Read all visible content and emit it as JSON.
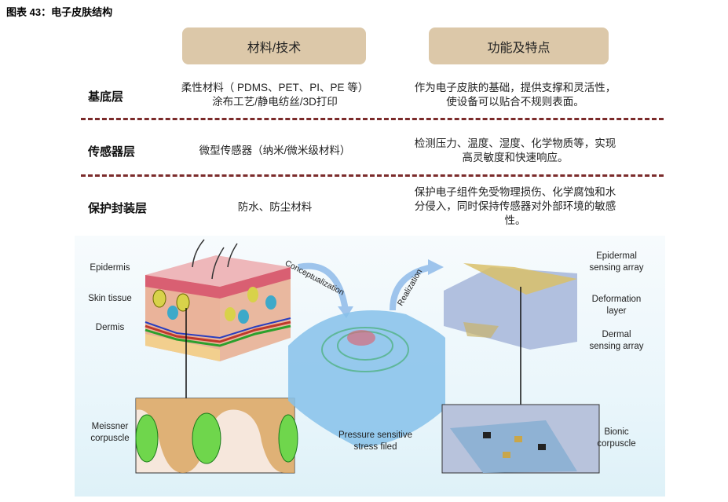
{
  "title": "图表 43：电子皮肤结构",
  "headers": {
    "materials": "材料/技术",
    "features": "功能及特点"
  },
  "rows": [
    {
      "layer": "基底层",
      "materials": [
        "柔性材料（ PDMS、PET、PI、PE 等）",
        "涂布工艺/静电纺丝/3D打印"
      ],
      "features": [
        "作为电子皮肤的基础，提供支撑和灵活性，",
        "使设备可以贴合不规则表面。"
      ]
    },
    {
      "layer": "传感器层",
      "materials": [
        "微型传感器（纳米/微米级材料）"
      ],
      "features": [
        "检测压力、温度、湿度、化学物质等，实现",
        "高灵敏度和快速响应。"
      ]
    },
    {
      "layer": "保护封装层",
      "materials": [
        "防水、防尘材料"
      ],
      "features": [
        "保护电子组件免受物理损伤、化学腐蚀和水",
        "分侵入，同时保持传感器对外部环境的敏感",
        "性。"
      ]
    }
  ],
  "figure": {
    "epidermis": "Epidermis",
    "skin_tissue": "Skin tissue",
    "dermis": "Dermis",
    "meissner": [
      "Meissner",
      "corpuscle"
    ],
    "conceptualization": "Conceptualization",
    "realization": "Realization",
    "pressure": [
      "Pressure sensitive",
      "stress filed"
    ],
    "epidermal_array": [
      "Epidermal",
      "sensing array"
    ],
    "deformation": [
      "Deformation",
      "layer"
    ],
    "dermal_array": [
      "Dermal",
      "sensing array"
    ],
    "bionic": [
      "Bionic",
      "corpuscle"
    ]
  }
}
